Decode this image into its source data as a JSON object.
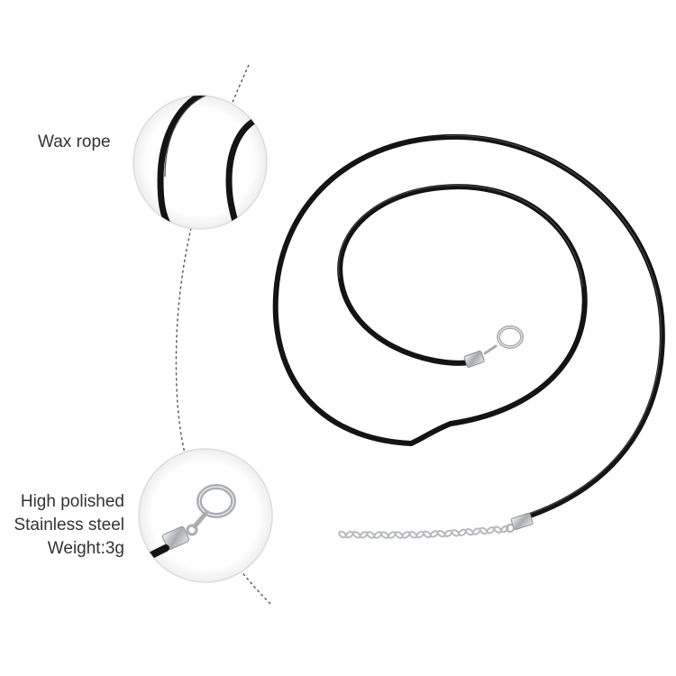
{
  "labels": {
    "wax_rope": "Wax rope",
    "clasp_lines": [
      "High polished",
      "Stainless steel",
      "Weight:3g"
    ]
  },
  "colors": {
    "background": "#ffffff",
    "cord": "#141414",
    "metal": "#b9bcc0",
    "text": "#333333",
    "guide_line": "#555555"
  },
  "icons": {
    "top_callout": "wax-rope-detail-icon",
    "bottom_callout": "lobster-clasp-detail-icon",
    "product": "coiled-cord-necklace-icon"
  }
}
